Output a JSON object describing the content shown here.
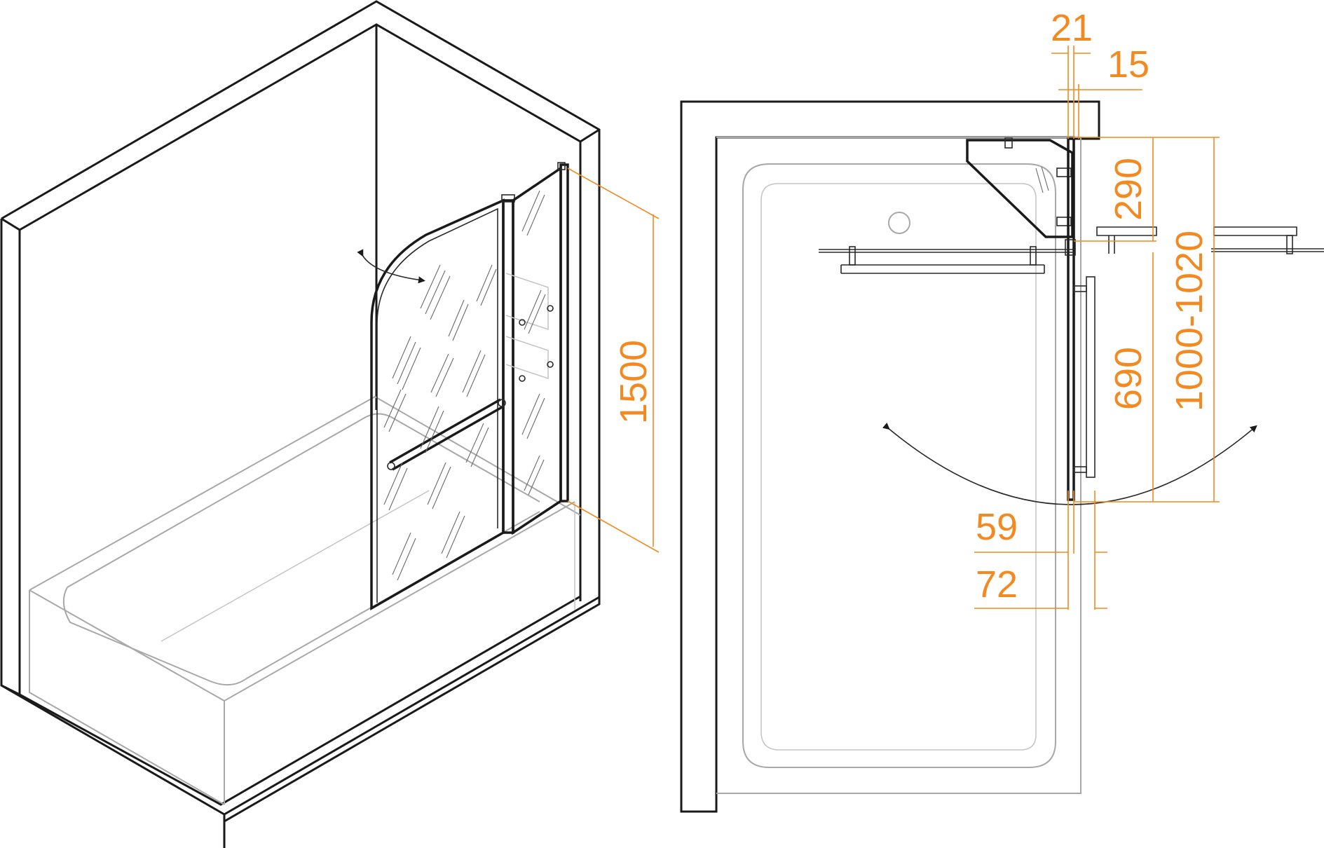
{
  "dimensions": {
    "height_total": "1500",
    "profile_width": "21",
    "profile_offset": "15",
    "fixed_panel": "290",
    "door_panel": "690",
    "total_width": "1000-1020",
    "handle_offset": "59",
    "handle_depth": "72"
  },
  "colors": {
    "dimension": "#f28a21",
    "outline": "#1a1a1a",
    "bathtub": "#a8a8a8"
  }
}
